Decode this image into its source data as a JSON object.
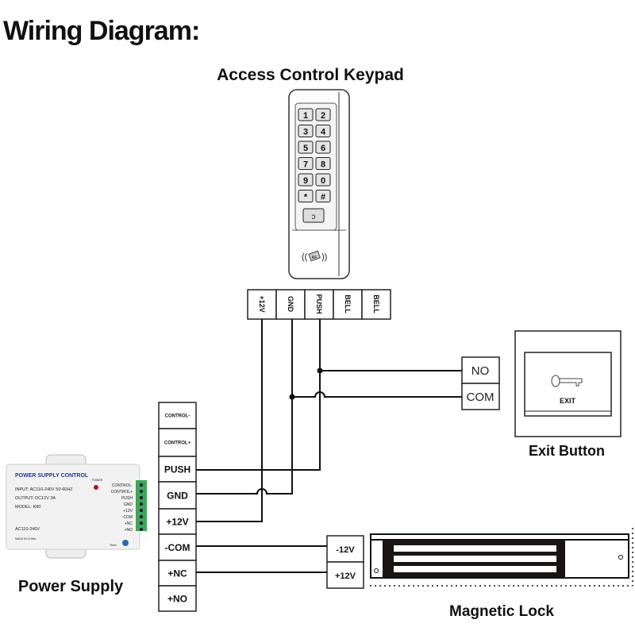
{
  "title": "Wiring Diagram:",
  "keypad": {
    "label": "Access Control Keypad",
    "keys": [
      "1",
      "2",
      "3",
      "4",
      "5",
      "6",
      "7",
      "8",
      "9",
      "0",
      "*",
      "#"
    ],
    "rf_label": "RF",
    "terminals": [
      "+12V",
      "GND",
      "PUSH",
      "BELL",
      "BELL"
    ]
  },
  "exit_button": {
    "label": "Exit Button",
    "face_text": "EXIT",
    "terminals": [
      "NO",
      "COM"
    ]
  },
  "power_supply": {
    "label": "Power Supply",
    "device": {
      "title": "POWER SUPPLY CONTROL",
      "input": "INPUT: AC110-240V 50-60HZ",
      "output": "OUTPUT: DC12V 3A",
      "model": "MODEL: K80",
      "ac": "AC110-240V",
      "made": "MADE IN CHINA",
      "power_led": "POWER",
      "time": "Time",
      "pins": [
        "CONTROL-",
        "CONTROL+",
        "PUSH",
        "GND",
        "+12V",
        "-COM",
        "+NC",
        "+NO"
      ]
    },
    "terminals": [
      "CONTROL-",
      "CONTROL+",
      "PUSH",
      "GND",
      "+12V",
      "-COM",
      "+NC",
      "+NO"
    ]
  },
  "magnetic_lock": {
    "label": "Magnetic Lock",
    "terminals": [
      "-12V",
      "+12V"
    ]
  },
  "colors": {
    "line": "#111111",
    "device_body": "#f2f2f2",
    "terminal_green": "#3fa55a",
    "psu_title": "#1a3a8a"
  }
}
